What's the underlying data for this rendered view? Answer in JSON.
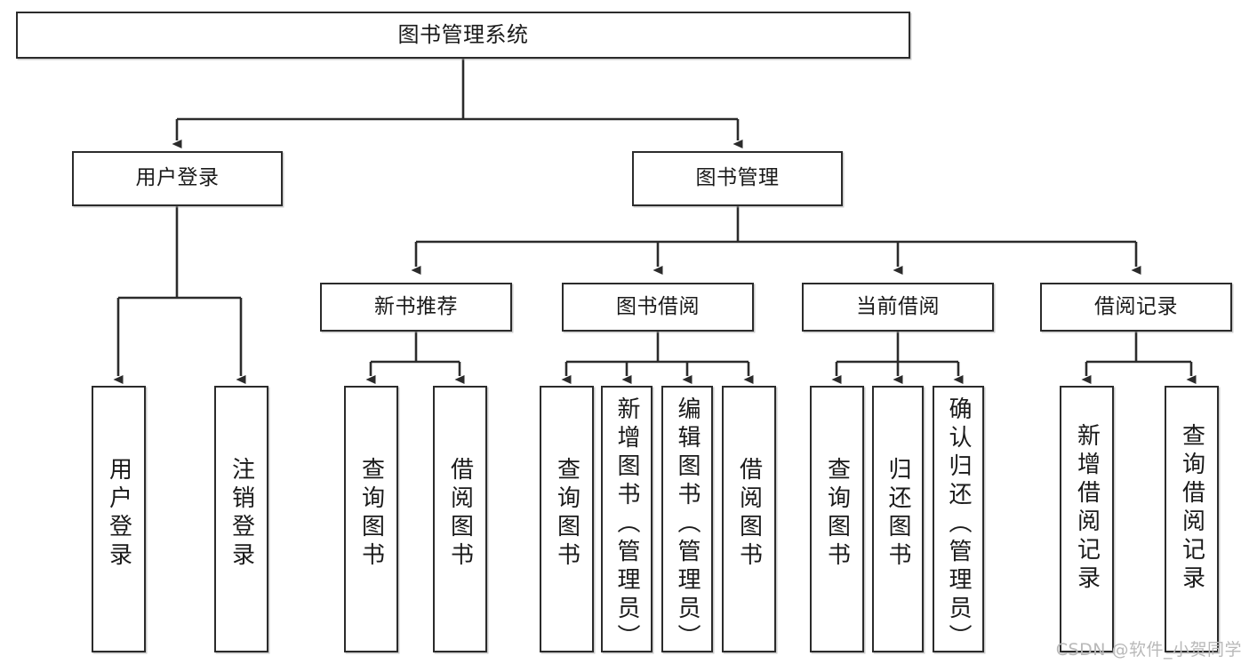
{
  "diagram": {
    "title": "图书管理系统",
    "type": "tree-hierarchy",
    "watermark": "CSDN @软件_小贺同学",
    "colors": {
      "box_border": "#2b2b2b",
      "box_fill": "#ffffff",
      "connector": "#2b2b2b",
      "watermark": "#b9b9b9",
      "background": "#ffffff"
    },
    "root": {
      "label": "图书管理系统"
    },
    "level2": [
      {
        "label": "用户登录"
      },
      {
        "label": "图书管理"
      }
    ],
    "level3": [
      {
        "label": "新书推荐"
      },
      {
        "label": "图书借阅"
      },
      {
        "label": "当前借阅"
      },
      {
        "label": "借阅记录"
      }
    ],
    "leaves": {
      "user_login": [
        {
          "label": "用户登录"
        },
        {
          "label": "注销登录"
        }
      ],
      "new_book_recommend": [
        {
          "label": "查询图书"
        },
        {
          "label": "借阅图书"
        }
      ],
      "book_borrow": [
        {
          "label": "查询图书"
        },
        {
          "label": "新增图书（管理员）"
        },
        {
          "label": "编辑图书（管理员）"
        },
        {
          "label": "借阅图书"
        }
      ],
      "current_borrow": [
        {
          "label": "查询图书"
        },
        {
          "label": "归还图书"
        },
        {
          "label": "确认归还（管理员）"
        }
      ],
      "borrow_record": [
        {
          "label": "新增借阅记录"
        },
        {
          "label": "查询借阅记录"
        }
      ]
    }
  }
}
